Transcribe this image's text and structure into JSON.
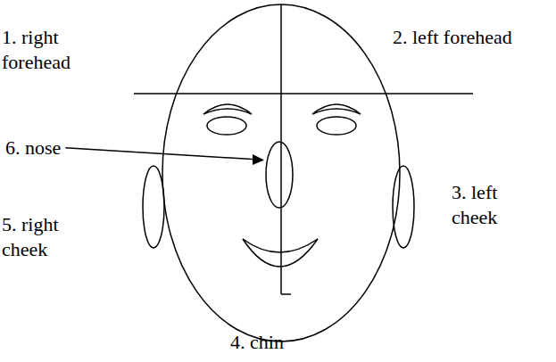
{
  "diagram": {
    "labels": [
      "1. right forehead",
      "2. left forehead",
      "6. nose",
      "5. right cheek",
      "3. left cheek",
      "4. chin"
    ]
  }
}
